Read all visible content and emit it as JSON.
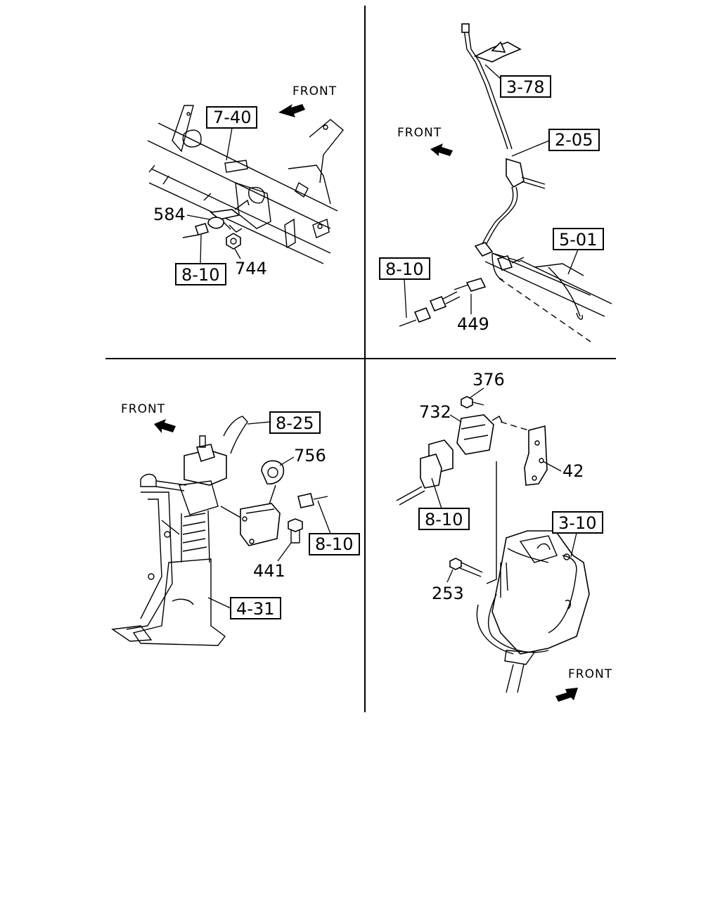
{
  "quadrants": {
    "top_left": {
      "front": "FRONT",
      "refs": [
        "7-40",
        "8-10"
      ],
      "parts": [
        "584",
        "744"
      ]
    },
    "top_right": {
      "front": "FRONT",
      "refs": [
        "3-78",
        "2-05",
        "5-01",
        "8-10"
      ],
      "parts": [
        "449"
      ]
    },
    "bottom_left": {
      "front": "FRONT",
      "refs": [
        "8-25",
        "8-10",
        "4-31"
      ],
      "parts": [
        "756",
        "441"
      ]
    },
    "bottom_right": {
      "front": "FRONT",
      "refs": [
        "8-10",
        "3-10"
      ],
      "parts": [
        "376",
        "732",
        "42",
        "253"
      ]
    }
  }
}
